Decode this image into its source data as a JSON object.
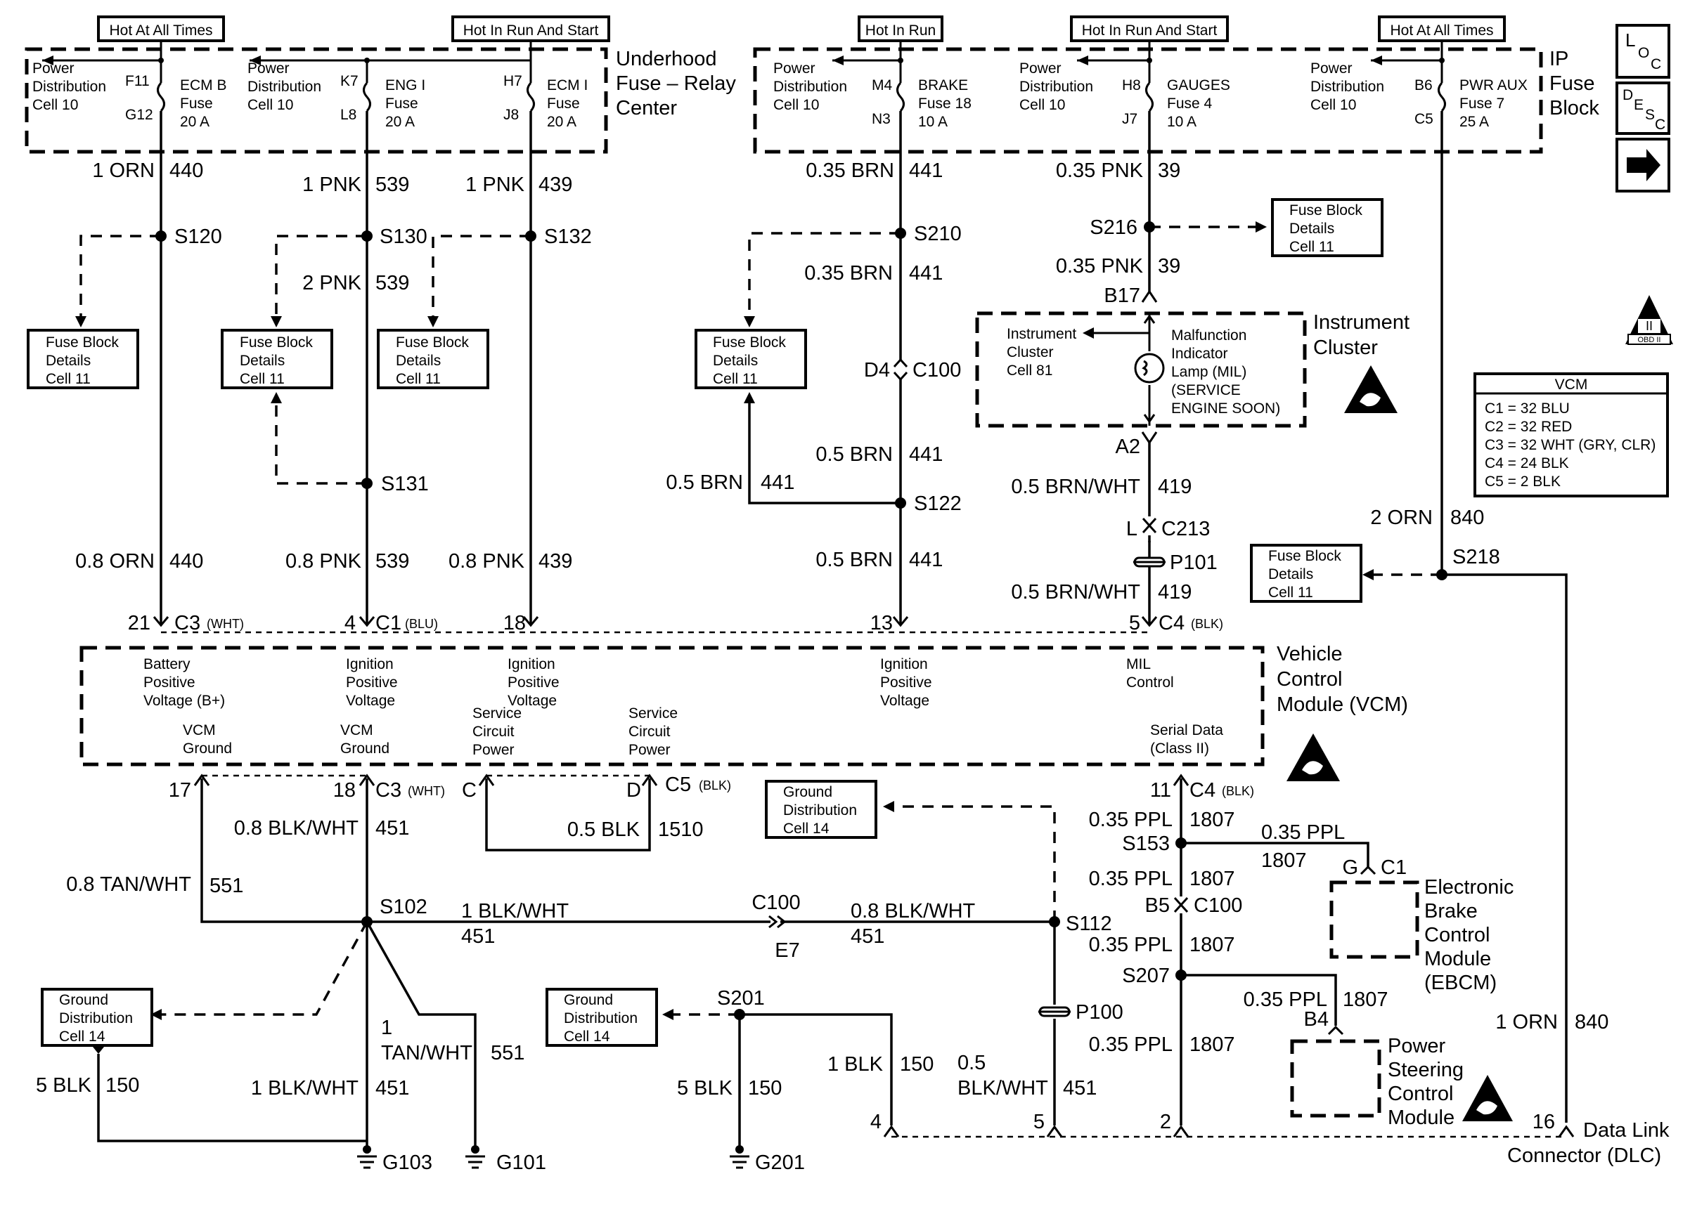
{
  "power_headers": {
    "h1": "Hot At All Times",
    "h2": "Hot In Run And Start",
    "h3": "Hot In Run",
    "h4": "Hot In Run And Start",
    "h5": "Hot At All Times"
  },
  "underhood": {
    "title": [
      "Underhood",
      "Fuse – Relay",
      "Center"
    ],
    "fuses": [
      {
        "pd": [
          "Power",
          "Distribution",
          "Cell 10"
        ],
        "top": "F11",
        "bot": "G12",
        "name": [
          "ECM B",
          "Fuse",
          "20 A"
        ]
      },
      {
        "pd": [
          "Power",
          "Distribution",
          "Cell 10"
        ],
        "top": "K7",
        "bot": "L8",
        "name": [
          "ENG I",
          "Fuse",
          "20 A"
        ]
      },
      {
        "top": "H7",
        "bot": "J8",
        "name": [
          "ECM I",
          "Fuse",
          "20 A"
        ]
      }
    ]
  },
  "ip_block": {
    "title": [
      "IP",
      "Fuse",
      "Block"
    ],
    "fuses": [
      {
        "pd": [
          "Power",
          "Distribution",
          "Cell 10"
        ],
        "top": "M4",
        "bot": "N3",
        "name": [
          "BRAKE",
          "Fuse 18",
          "10 A"
        ]
      },
      {
        "pd": [
          "Power",
          "Distribution",
          "Cell 10"
        ],
        "top": "H8",
        "bot": "J7",
        "name": [
          "GAUGES",
          "Fuse 4",
          "10 A"
        ]
      },
      {
        "pd": [
          "Power",
          "Distribution",
          "Cell 10"
        ],
        "top": "B6",
        "bot": "C5",
        "name": [
          "PWR AUX",
          "Fuse 7",
          "25 A"
        ]
      }
    ]
  },
  "wires": {
    "w440a": {
      "gauge": "1 ORN",
      "num": "440"
    },
    "w539a": {
      "gauge": "1 PNK",
      "num": "539"
    },
    "w439a": {
      "gauge": "1 PNK",
      "num": "439"
    },
    "w441a": {
      "gauge": "0.35 BRN",
      "num": "441"
    },
    "w39a": {
      "gauge": "0.35 PNK",
      "num": "39"
    },
    "w39b": {
      "gauge": "0.35 PNK",
      "num": "39"
    },
    "w539b": {
      "gauge": "2 PNK",
      "num": "539"
    },
    "w441b": {
      "gauge": "0.35 BRN",
      "num": "441"
    },
    "w441c": {
      "gauge": "0.5 BRN",
      "num": "441"
    },
    "w441d": {
      "gauge": "0.5 BRN",
      "num": "441"
    },
    "w441e": {
      "gauge": "0.5 BRN",
      "num": "441"
    },
    "w419a": {
      "gauge": "0.5 BRN/WHT",
      "num": "419"
    },
    "w419b": {
      "gauge": "0.5 BRN/WHT",
      "num": "419"
    },
    "w840a": {
      "gauge": "2 ORN",
      "num": "840"
    },
    "w440b": {
      "gauge": "0.8 ORN",
      "num": "440"
    },
    "w539c": {
      "gauge": "0.8 PNK",
      "num": "539"
    },
    "w439b": {
      "gauge": "0.8 PNK",
      "num": "439"
    },
    "w451a": {
      "gauge": "0.8 BLK/WHT",
      "num": "451"
    },
    "w1510": {
      "gauge": "0.5 BLK",
      "num": "1510"
    },
    "w551a": {
      "gauge": "0.8 TAN/WHT",
      "num": "551"
    },
    "w451b": {
      "gauge": "1 BLK/WHT",
      "num": "451"
    },
    "w451c": {
      "gauge": "0.8 BLK/WHT",
      "num": "451"
    },
    "w551b": {
      "gauge1": "1",
      "gauge2": "TAN/WHT",
      "num": "551"
    },
    "w451d": {
      "gauge": "1 BLK/WHT",
      "num": "451"
    },
    "w150a": {
      "gauge": "5 BLK",
      "num": "150"
    },
    "w150b": {
      "gauge": "5 BLK",
      "num": "150"
    },
    "w150c": {
      "gauge": "1 BLK",
      "num": "150"
    },
    "w451e": {
      "gauge1": "0.5",
      "gauge2": "BLK/WHT",
      "num": "451"
    },
    "w1807a": {
      "gauge": "0.35 PPL",
      "num": "1807"
    },
    "w1807b": {
      "gauge": "0.35 PPL",
      "num": "1807"
    },
    "w1807c": {
      "gauge": "0.35 PPL",
      "num": "1807"
    },
    "w1807d": {
      "gauge": "0.35 PPL",
      "num": "1807"
    },
    "w1807e": {
      "gauge": "0.35 PPL",
      "num": "1807"
    },
    "w1807f": {
      "gauge": "0.35 PPL",
      "num": "1807"
    },
    "w840b": {
      "gauge": "1 ORN",
      "num": "840"
    }
  },
  "splices": {
    "s120": "S120",
    "s130": "S130",
    "s132": "S132",
    "s131": "S131",
    "s210": "S210",
    "s122": "S122",
    "s216": "S216",
    "s218": "S218",
    "s102": "S102",
    "s112": "S112",
    "s201": "S201",
    "s153": "S153",
    "s207": "S207"
  },
  "fuse_block_ref": [
    "Fuse Block",
    "Details",
    "Cell 11"
  ],
  "ground_ref": [
    "Ground",
    "Distribution",
    "Cell 14"
  ],
  "connectors": {
    "b17": "B17",
    "d4": "D4",
    "c100": "C100",
    "a2": "A2",
    "l": "L",
    "c213": "C213",
    "p101": "P101",
    "p100": "P100",
    "c100b": "C100",
    "e7": "E7",
    "b5": "B5",
    "c100c": "C100",
    "g": "G",
    "c1": "C1",
    "b4": "B4"
  },
  "vcm_top_pins": [
    {
      "num": "21",
      "conn": "C3",
      "color": "(WHT)"
    },
    {
      "num": "4",
      "conn": "C1",
      "color": "(BLU)"
    },
    {
      "num": "18"
    },
    {
      "num": "13"
    },
    {
      "num": "5",
      "conn": "C4",
      "color": "(BLK)"
    }
  ],
  "vcm_bottom_pins": [
    {
      "num": "17"
    },
    {
      "num": "18",
      "conn": "C3",
      "color": "(WHT)"
    },
    {
      "num": "C"
    },
    {
      "num": "D",
      "conn": "C5",
      "color": "(BLK)"
    },
    {
      "num": "11",
      "conn": "C4",
      "color": "(BLK)"
    }
  ],
  "vcm": {
    "title": [
      "Vehicle",
      "Control",
      "Module (VCM)"
    ],
    "labels": {
      "batt": [
        "Battery",
        "Positive",
        "Voltage (B+)"
      ],
      "ign1": [
        "Ignition",
        "Positive",
        "Voltage"
      ],
      "ign2": [
        "Ignition",
        "Positive",
        "Voltage"
      ],
      "ign3": [
        "Ignition",
        "Positive",
        "Voltage"
      ],
      "mil": [
        "MIL",
        "Control"
      ],
      "svc1": [
        "Service",
        "Circuit",
        "Power"
      ],
      "svc2": [
        "Service",
        "Circuit",
        "Power"
      ],
      "gnd1": [
        "VCM",
        "Ground"
      ],
      "gnd2": [
        "VCM",
        "Ground"
      ],
      "serial": [
        "Serial Data",
        "(Class II)"
      ]
    }
  },
  "instrument_cluster": {
    "title": [
      "Instrument",
      "Cluster"
    ],
    "ref": [
      "Instrument",
      "Cluster",
      "Cell 81"
    ],
    "mil": [
      "Malfunction",
      "Indicator",
      "Lamp (MIL)",
      "(SERVICE",
      "ENGINE SOON)"
    ]
  },
  "vcm_legend": {
    "title": "VCM",
    "rows": [
      "C1 = 32 BLU",
      "C2 = 32 RED",
      "C3 = 32 WHT (GRY, CLR)",
      "C4 = 24 BLK",
      "C5 = 2 BLK"
    ]
  },
  "ebcm": {
    "title": [
      "Electronic",
      "Brake",
      "Control",
      "Module",
      "(EBCM)"
    ]
  },
  "pscm": {
    "title": [
      "Power",
      "Steering",
      "Control",
      "Module"
    ]
  },
  "grounds": {
    "g103": "G103",
    "g101": "G101",
    "g201": "G201"
  },
  "dlc": {
    "title": [
      "Data Link",
      "Connector (DLC)"
    ],
    "pins": [
      "4",
      "5",
      "2",
      "16"
    ]
  },
  "side_icons": {
    "loc": [
      "L",
      "O",
      "C"
    ],
    "desc": [
      "D",
      "E",
      "S",
      "C"
    ],
    "obd": [
      "II",
      "OBD II"
    ]
  }
}
